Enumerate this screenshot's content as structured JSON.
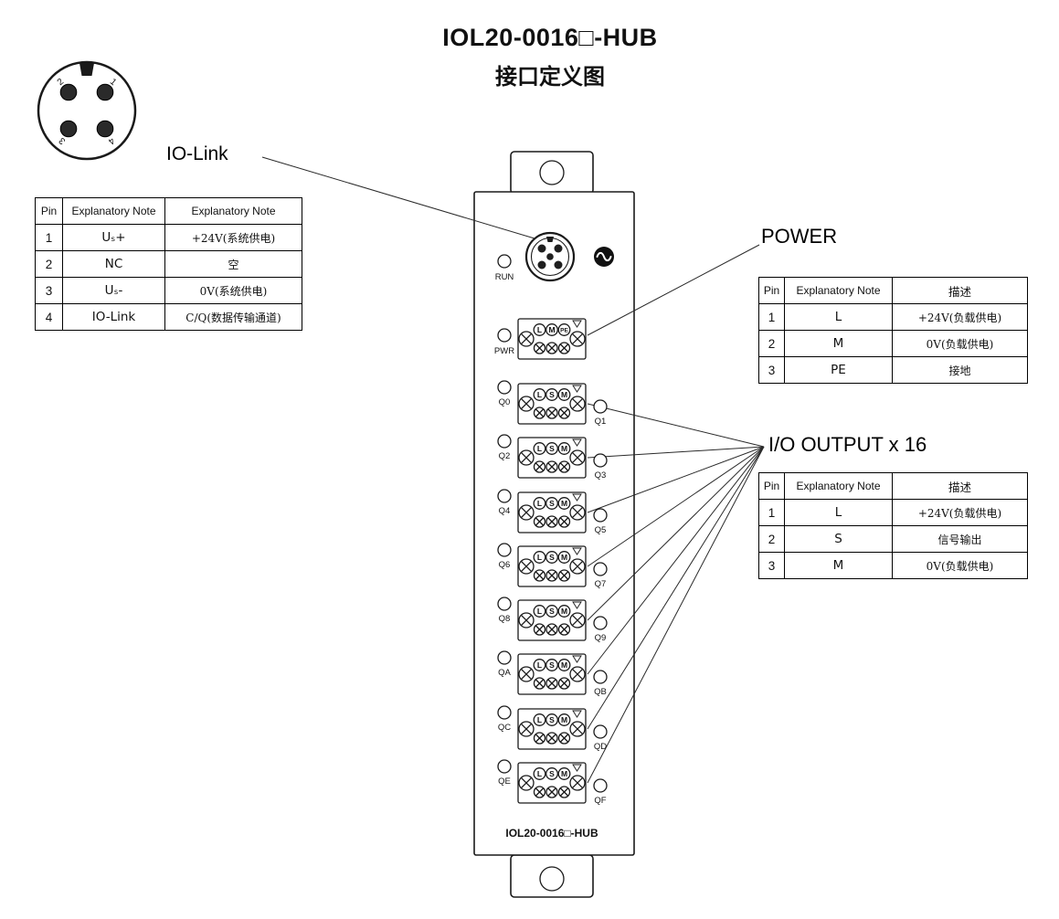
{
  "title": {
    "line1": "IOL20-0016□-HUB",
    "line2": "接口定义图"
  },
  "connector_diagram": {
    "pins": [
      "1",
      "2",
      "3",
      "4"
    ]
  },
  "io_link": {
    "label": "IO-Link",
    "table": {
      "headers": [
        "Pin",
        "Explanatory Note",
        "Explanatory Note"
      ],
      "rows": [
        {
          "pin": "1",
          "note": "Uₛ+",
          "desc": "+24V(系统供电)"
        },
        {
          "pin": "2",
          "note": "NC",
          "desc": "空"
        },
        {
          "pin": "3",
          "note": "Uₛ-",
          "desc": "0V(系统供电)"
        },
        {
          "pin": "4",
          "note": "IO-Link",
          "desc": "C/Q(数据传输通道)"
        }
      ]
    }
  },
  "power": {
    "label": "POWER",
    "table": {
      "headers": [
        "Pin",
        "Explanatory Note",
        "描述"
      ],
      "rows": [
        {
          "pin": "1",
          "note": "L",
          "desc": "+24V(负载供电)"
        },
        {
          "pin": "2",
          "note": "M",
          "desc": "0V(负载供电)"
        },
        {
          "pin": "3",
          "note": "PE",
          "desc": "接地"
        }
      ]
    }
  },
  "io_output": {
    "label": "I/O OUTPUT x 16",
    "table": {
      "headers": [
        "Pin",
        "Explanatory Note",
        "描述"
      ],
      "rows": [
        {
          "pin": "1",
          "note": "L",
          "desc": "+24V(负载供电)"
        },
        {
          "pin": "2",
          "note": "S",
          "desc": "信号输出"
        },
        {
          "pin": "3",
          "note": "M",
          "desc": "0V(负载供电)"
        }
      ]
    }
  },
  "device": {
    "run_label": "RUN",
    "pwr_label": "PWR",
    "model_label": "IOL20-0016□-HUB",
    "terminal_pins": [
      "L",
      "S",
      "M"
    ],
    "pwr_pins": [
      "L",
      "M",
      "PE"
    ],
    "left_channels": [
      "Q0",
      "Q2",
      "Q4",
      "Q6",
      "Q8",
      "QA",
      "QC",
      "QE"
    ],
    "right_channels": [
      "Q1",
      "Q3",
      "Q5",
      "Q7",
      "Q9",
      "QB",
      "QD",
      "QF"
    ]
  },
  "colors": {
    "line": "#1a1a1a",
    "background": "#ffffff"
  }
}
